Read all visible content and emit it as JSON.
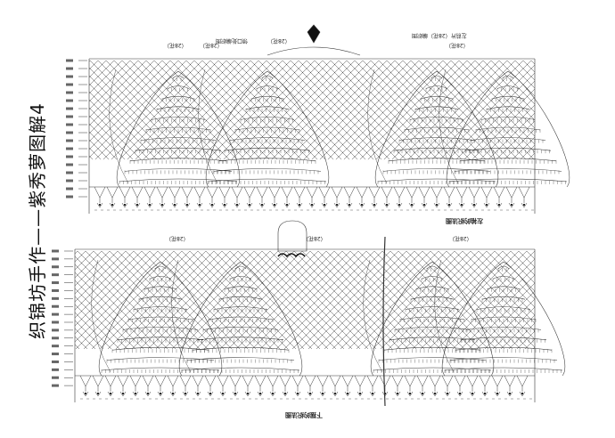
{
  "title": "织锦坊手作——紫秀萝图解4",
  "colors": {
    "ink": "#333333",
    "accent": "#111111",
    "background": "#ffffff"
  },
  "top_panel": {
    "label_left_dim": "（28花）",
    "label_center_dim": "（28花）",
    "label_right_dim": "（28花）",
    "label_note_a": "领口处编织图",
    "label_note_b": "（28花）",
    "label_right_note": "左前片（28花）编织图",
    "bottom_caption": "左袖的织法图"
  },
  "bottom_panel": {
    "label_left_dim": "（28花）",
    "label_center_dim": "（28花）",
    "label_right_dim": "（28花）",
    "bottom_caption": "下摆的织法图"
  }
}
